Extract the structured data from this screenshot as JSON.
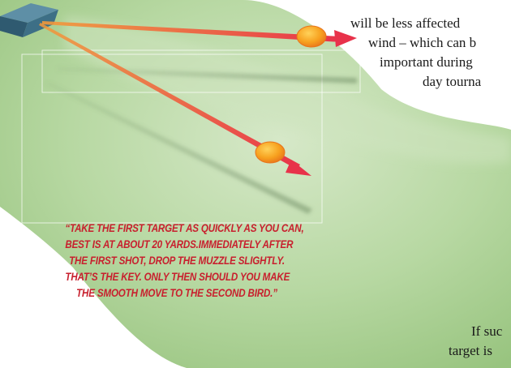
{
  "article": {
    "lines_top": [
      "will be less affected",
      "wind – which can b",
      "important during",
      "day tourna"
    ],
    "lines_bottom": [
      "If suc",
      "target is"
    ]
  },
  "pull_quote": {
    "lines": [
      "“TAKE THE FIRST TARGET AS QUICKLY AS YOU CAN,",
      "BEST IS AT ABOUT 20 YARDS.IMMEDIATELY AFTER",
      "THE FIRST SHOT, DROP THE MUZZLE SLIGHTLY.",
      "THAT’S THE KEY. ONLY THEN SHOULD YOU MAKE",
      "THE SMOOTH MOVE TO THE SECOND BIRD.”"
    ]
  },
  "colors": {
    "field_green": "#a9cf92",
    "field_light": "#dcebd0",
    "quote_red": "#c8202e",
    "arrow_red": "#e8324a",
    "trail_orange": "#f08a3c",
    "target_orange": "#f29a1f",
    "trap_house": "#3d6f86"
  }
}
